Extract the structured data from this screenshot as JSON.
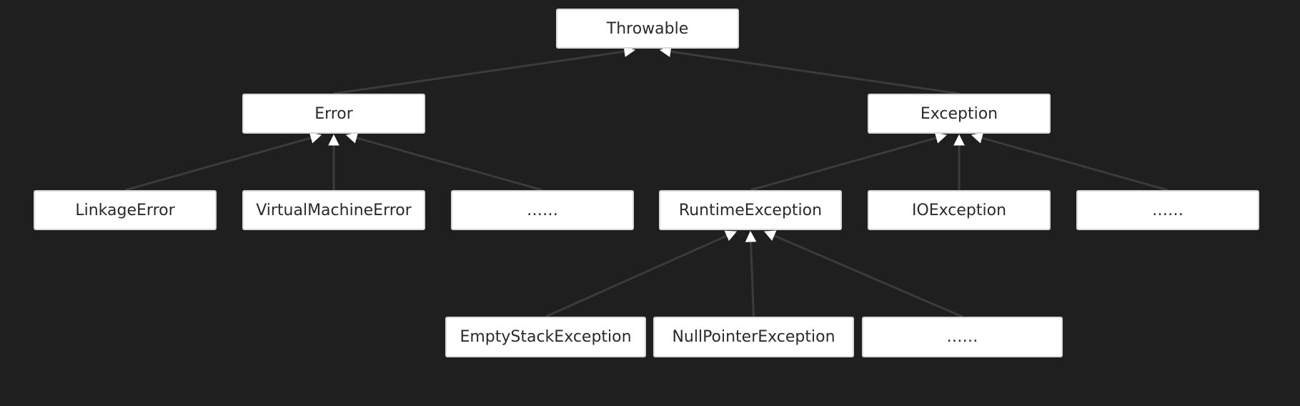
{
  "diagram": {
    "nodes": [
      {
        "id": "throwable",
        "label": "Throwable"
      },
      {
        "id": "error",
        "label": "Error"
      },
      {
        "id": "exception",
        "label": "Exception"
      },
      {
        "id": "linkage-error",
        "label": "LinkageError"
      },
      {
        "id": "virtual-machine-error",
        "label": "VirtualMachineError"
      },
      {
        "id": "error-more",
        "label": "……"
      },
      {
        "id": "runtime-exception",
        "label": "RuntimeException"
      },
      {
        "id": "io-exception",
        "label": "IOException"
      },
      {
        "id": "exception-more",
        "label": "……"
      },
      {
        "id": "empty-stack-exception",
        "label": "EmptyStackException"
      },
      {
        "id": "null-pointer-exception",
        "label": "NullPointerException"
      },
      {
        "id": "runtime-more",
        "label": "……"
      }
    ],
    "edges": [
      {
        "from": "error",
        "to": "throwable"
      },
      {
        "from": "exception",
        "to": "throwable"
      },
      {
        "from": "linkage-error",
        "to": "error"
      },
      {
        "from": "virtual-machine-error",
        "to": "error"
      },
      {
        "from": "error-more",
        "to": "error"
      },
      {
        "from": "runtime-exception",
        "to": "exception"
      },
      {
        "from": "io-exception",
        "to": "exception"
      },
      {
        "from": "exception-more",
        "to": "exception"
      },
      {
        "from": "empty-stack-exception",
        "to": "runtime-exception"
      },
      {
        "from": "null-pointer-exception",
        "to": "runtime-exception"
      },
      {
        "from": "runtime-more",
        "to": "runtime-exception"
      }
    ],
    "colors": {
      "background": "#1f1f1f",
      "node_fill": "#ffffff",
      "node_text": "#2a2a2a",
      "edge": "#3b3b3b",
      "arrowhead": "#ffffff"
    }
  }
}
